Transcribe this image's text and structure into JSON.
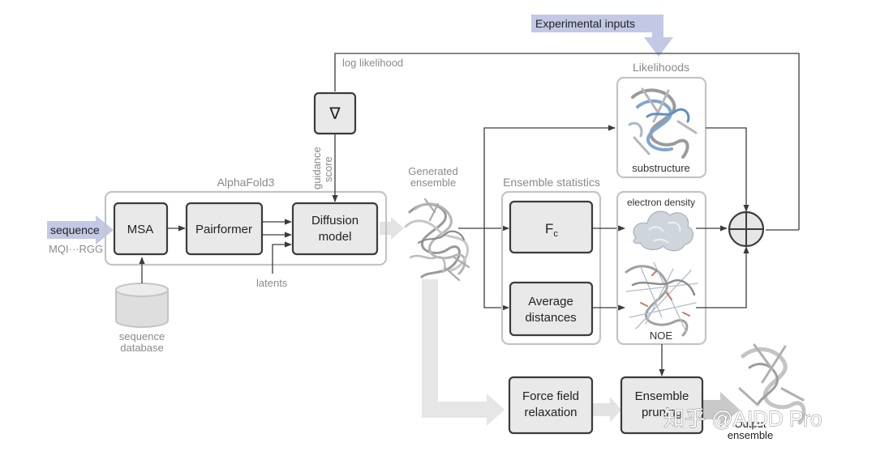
{
  "inputs": {
    "experimental_inputs": "Experimental inputs",
    "sequence": "sequence",
    "sequence_example": "MQI···RGG",
    "sequence_database": [
      "sequence",
      "database"
    ],
    "latents": "latents"
  },
  "alphafold": {
    "title": "AlphaFold3",
    "msa": "MSA",
    "pairformer": "Pairformer",
    "diffusion": [
      "Diffusion",
      "model"
    ]
  },
  "guidance": {
    "gradient_symbol": "∇",
    "log_likelihood": "log likelihood",
    "guidance_score": [
      "guidance",
      "score"
    ]
  },
  "generated_ensemble": [
    "Generated",
    "ensemble"
  ],
  "ensemble_statistics": {
    "title": "Ensemble statistics",
    "fc_main": "F",
    "fc_sub": "c",
    "average_distances": [
      "Average",
      "distances"
    ]
  },
  "likelihoods": {
    "title": "Likelihoods",
    "substructure": "substructure",
    "electron_density": "electron density",
    "noe": "NOE"
  },
  "output": {
    "force_field": [
      "Force field",
      "relaxation"
    ],
    "ensemble_pruning": [
      "Ensemble",
      "pruning"
    ],
    "output_ensemble": [
      "Output",
      "ensemble"
    ]
  },
  "watermark": "知乎 @AIDD Pro",
  "colors": {
    "node_fill": "#e9e9e9",
    "node_stroke": "#3c3c3c",
    "group_stroke": "#c4c4c4",
    "input_arrow": "#c3c9e4",
    "flow_arrow": "#e3e3e3",
    "protein_blue": "#7fa6cf"
  }
}
